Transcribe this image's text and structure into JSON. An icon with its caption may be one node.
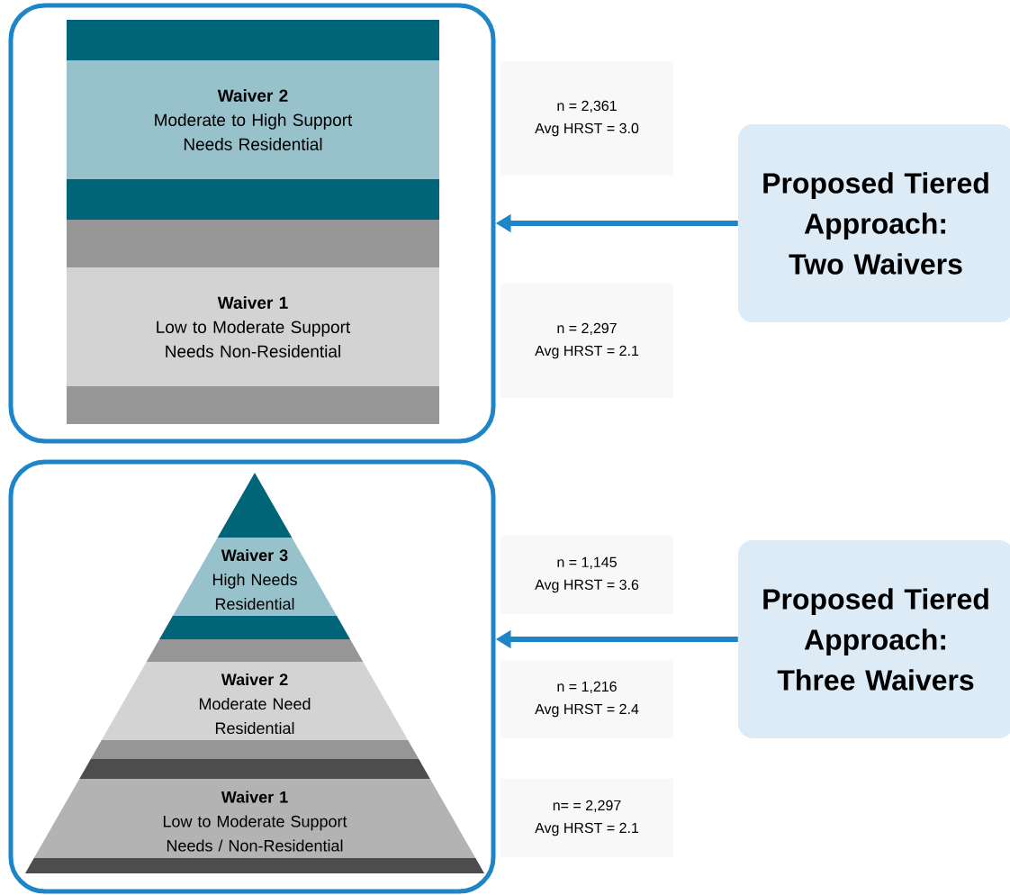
{
  "diagram": {
    "nodes": [
      {
        "text": [],
        "shape": "box"
      },
      {
        "text": [
          "Waiver 2",
          "Moderate to High Support Needs Residential"
        ],
        "in": 0
      },
      {
        "text": [
          "Waiver 1",
          "Low to Moderate Support Needs Non-Residential"
        ],
        "in": 0
      },
      {
        "text": [
          "n = 2,361",
          "Avg HRST = 3.0"
        ]
      },
      {
        "text": [
          "n = 2,297",
          "Avg HRST = 2.1"
        ]
      },
      {
        "text": [
          "Proposed Tiered Approach: Two Waivers"
        ]
      },
      {
        "text": [],
        "shape": "box"
      },
      {
        "text": [
          "Waiver 3",
          "High Needs Residential"
        ],
        "in": 6
      },
      {
        "text": [
          "Waiver 2",
          "Moderate Need Residential"
        ],
        "in": 6
      },
      {
        "text": [
          "Waiver 1",
          "Low to Moderate Support Needs / Non-Residential"
        ],
        "in": 6
      },
      {
        "text": [
          "n = 1,145",
          "Avg HRST = 3.6"
        ]
      },
      {
        "text": [
          "n = 1,216",
          "Avg HRST = 2.4"
        ]
      },
      {
        "text": [
          "n= = 2,297",
          "Avg HRST = 2.1"
        ]
      },
      {
        "text": [
          "Proposed Tiered Approach: Three Waivers"
        ]
      }
    ],
    "edges": [
      {
        "from": 5,
        "to": 0,
        "arrow": "to"
      },
      {
        "from": 13,
        "to": 6,
        "arrow": "to"
      }
    ]
  }
}
